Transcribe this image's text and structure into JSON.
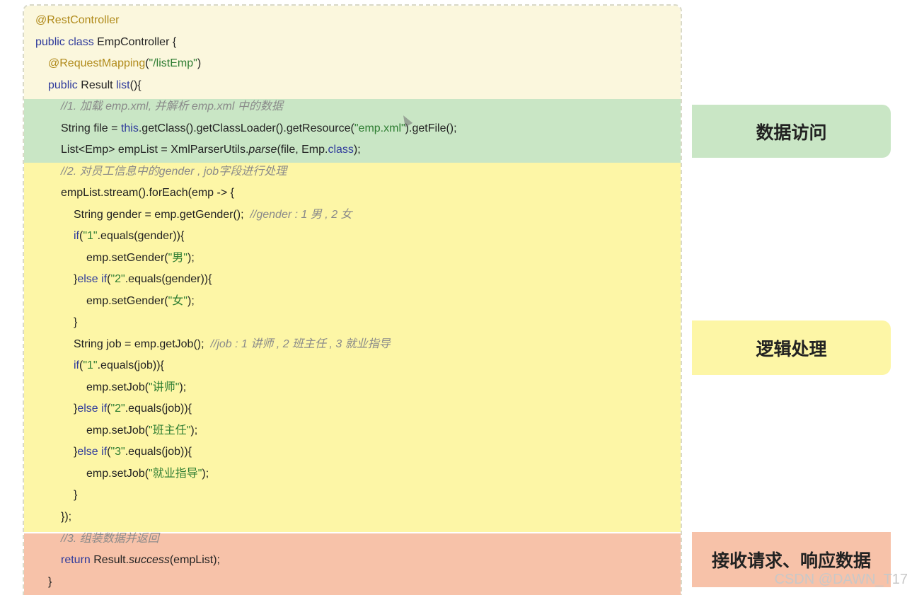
{
  "code": {
    "l1": "@RestController",
    "l2_kw": "public class",
    "l2_rest": " EmpController {",
    "l3_ann": "@RequestMapping",
    "l3_open": "(",
    "l3_str": "\"/listEmp\"",
    "l3_close": ")",
    "l4_kw": "public",
    "l4_rest": " Result ",
    "l4_kw2": "list",
    "l4_end": "(){",
    "l5": "//1. 加载 emp.xml, 并解析 emp.xml 中的数据",
    "l6_a": "String file = ",
    "l6_kw": "this",
    "l6_b": ".getClass().getClassLoader().getResource(",
    "l6_str": "\"emp.xml\"",
    "l6_c": ").getFile();",
    "l7_a": "List<Emp> empList = XmlParserUtils.",
    "l7_it": "parse",
    "l7_b": "(file, Emp.",
    "l7_kw": "class",
    "l7_c": ");",
    "l8": "//2. 对员工信息中的gender , job字段进行处理",
    "l9": "empList.stream().forEach(emp -> {",
    "l10_a": "String gender = emp.getGender();  ",
    "l10_cm": "//gender : 1 男 , 2 女",
    "l11_kw": "if",
    "l11_a": "(",
    "l11_str": "\"1\"",
    "l11_b": ".equals(gender)){",
    "l12_a": "emp.setGender(",
    "l12_str": "\"男\"",
    "l12_b": ");",
    "l13_a": "}",
    "l13_kw": "else if",
    "l13_b": "(",
    "l13_str": "\"2\"",
    "l13_c": ".equals(gender)){",
    "l14_a": "emp.setGender(",
    "l14_str": "\"女\"",
    "l14_b": ");",
    "l15": "}",
    "l16_a": "String job = emp.getJob();  ",
    "l16_cm": "//job : 1 讲师 , 2 班主任 , 3 就业指导",
    "l17_kw": "if",
    "l17_a": "(",
    "l17_str": "\"1\"",
    "l17_b": ".equals(job)){",
    "l18_a": "emp.setJob(",
    "l18_str": "\"讲师\"",
    "l18_b": ");",
    "l19_a": "}",
    "l19_kw": "else if",
    "l19_b": "(",
    "l19_str": "\"2\"",
    "l19_c": ".equals(job)){",
    "l20_a": "emp.setJob(",
    "l20_str": "\"班主任\"",
    "l20_b": ");",
    "l21_a": "}",
    "l21_kw": "else if",
    "l21_b": "(",
    "l21_str": "\"3\"",
    "l21_c": ".equals(job)){",
    "l22_a": "emp.setJob(",
    "l22_str": "\"就业指导\"",
    "l22_b": ");",
    "l23": "}",
    "l24": "});",
    "l25": "//3. 组装数据并返回",
    "l26_kw": "return",
    "l26_a": " Result.",
    "l26_it": "success",
    "l26_b": "(empList);",
    "l27": "}"
  },
  "labels": {
    "data_access": "数据访问",
    "logic": "逻辑处理",
    "request_response": "接收请求、响应数据"
  },
  "watermark": "CSDN @DAWN_T17",
  "colors": {
    "green_band": "#c9e6c5",
    "yellow_band": "#fdf6a6",
    "red_band": "#f7c2a9",
    "top_band": "#fbf7dd",
    "keyword": "#2f3b9c",
    "string": "#2e7d32",
    "annotation": "#b08a1a",
    "comment": "#8a8a8a"
  }
}
